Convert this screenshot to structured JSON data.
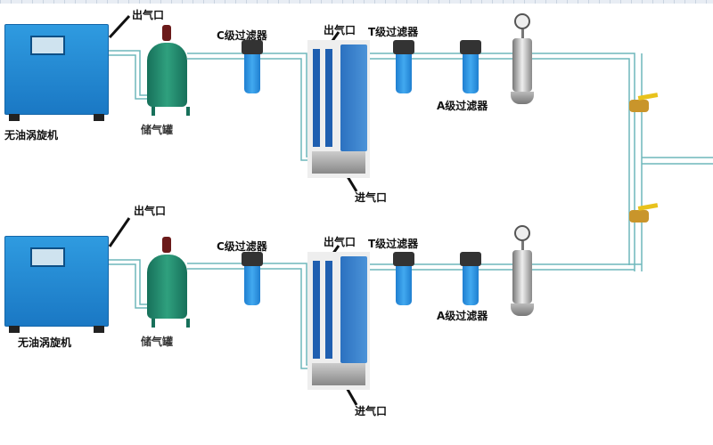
{
  "rows": [
    {
      "outlet": "出气口",
      "compressor": "无油涡旋机",
      "tank": "储气罐",
      "c_filter": "C级过滤器",
      "dryer_outlet": "出气口",
      "t_filter": "T级过滤器",
      "a_filter": "A级过滤器",
      "inlet": "进气口"
    },
    {
      "outlet": "出气口",
      "compressor": "无油涡旋机",
      "tank": "储气罐",
      "c_filter": "C级过滤器",
      "dryer_outlet": "出气口",
      "t_filter": "T级过滤器",
      "a_filter": "A级过滤器",
      "inlet": "进气口"
    }
  ],
  "colors": {
    "pipe": "#6fb7bb",
    "compressor": "#2f9be0",
    "tank": "#2fa07e"
  }
}
